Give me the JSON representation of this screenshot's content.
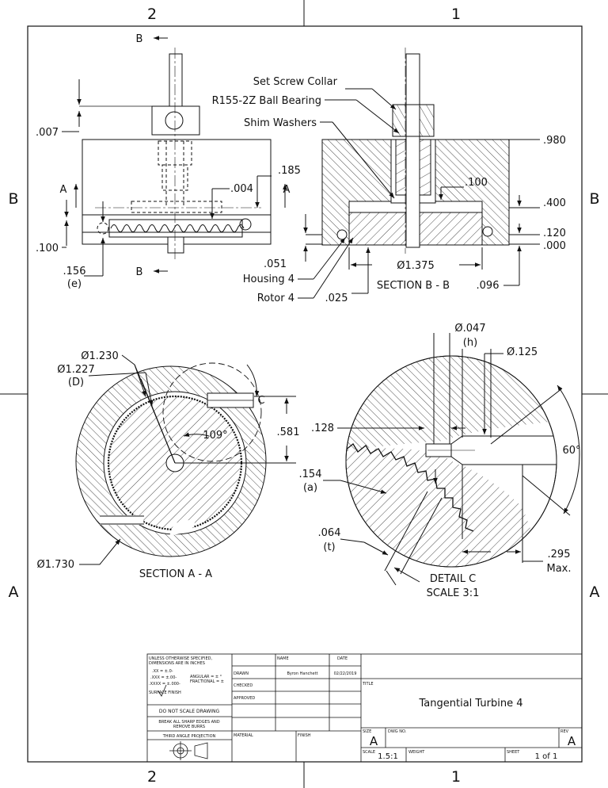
{
  "zones": {
    "col_left": "2",
    "col_right": "1",
    "row_top": "B",
    "row_bottom": "A"
  },
  "front_view": {
    "section_cut": "B",
    "dim_collar_gap": ".007",
    "dim_top": ".185",
    "dim_mid": ".004",
    "cut_a": "A",
    "dim_bottom": ".100",
    "dim_tooth_depth": ".156",
    "dim_tooth_depth_key": "(e)"
  },
  "section_bb": {
    "callout_collar": "Set Screw Collar",
    "callout_bearing": "R155-2Z Ball Bearing",
    "callout_shims": "Shim Washers",
    "dim_980": ".980",
    "dim_100": ".100",
    "dim_400": ".400",
    "dim_120": ".120",
    "dim_000": ".000",
    "dim_051": ".051",
    "dim_dia": "Ø1.375",
    "callout_housing": "Housing 4",
    "callout_rotor": "Rotor 4",
    "dim_025": ".025",
    "title": "SECTION B - B",
    "dim_096": ".096"
  },
  "section_aa": {
    "dim_d1230": "Ø1.230",
    "dim_d1227": "Ø1.227",
    "dim_d1227_key": "(D)",
    "detail_label": "C",
    "dim_angle": "109°",
    "dim_581": ".581",
    "dim_d1730": "Ø1.730",
    "title": "SECTION A - A"
  },
  "detail_c": {
    "dim_d047": "Ø.047",
    "dim_d047_key": "(h)",
    "dim_d125": "Ø.125",
    "dim_128": ".128",
    "dim_154": ".154",
    "dim_154_key": "(a)",
    "dim_60": "60°",
    "dim_064": ".064",
    "dim_064_key": "(t)",
    "dim_295": ".295",
    "dim_295_note": "Max.",
    "title": "DETAIL C",
    "scale": "SCALE 3:1"
  },
  "title_block": {
    "note1": "UNLESS OTHERWISE SPECIFIED,",
    "note2": "DIMENSIONS ARE IN INCHES",
    "tol1": ".XX = ±.0-",
    "tol2": ".XXX = ±.00-",
    "tol3": ".XXXX = ±.000-",
    "tol_ang": "ANGULAR = ± °",
    "tol_frac": "FRACTIONAL = ±",
    "surface_finish": "SURFACE FINISH",
    "do_not_scale": "DO NOT SCALE DRAWING",
    "break_edges1": "BREAK ALL SHARP EDGES AND",
    "break_edges2": "REMOVE BURRS",
    "projection": "THIRD ANGLE PROJECTION",
    "hdr_name": "NAME",
    "hdr_date": "DATE",
    "row_drawn": "DRAWN",
    "drawn_name": "Byron Hanchett",
    "drawn_date": "02/22/2019",
    "row_checked": "CHECKED",
    "row_approved": "APPROVED",
    "label_material": "MATERIAL",
    "label_finish": "FINISH",
    "label_title": "TITLE",
    "title": "Tangential Turbine 4",
    "label_size": "SIZE",
    "size": "A",
    "label_dwg": "DWG NO.",
    "label_rev": "REV",
    "rev": "A",
    "label_scale": "SCALE",
    "scale": "1.5:1",
    "label_weight": "WEIGHT",
    "label_sheet": "SHEET",
    "sheet": "1 of 1"
  }
}
